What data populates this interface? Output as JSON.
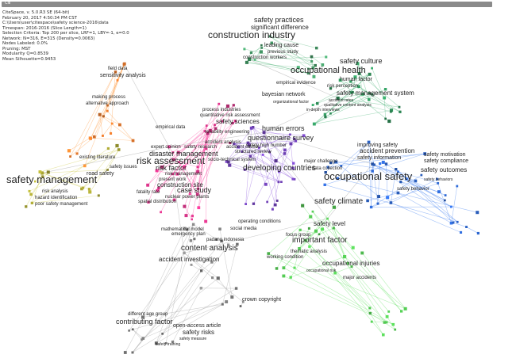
{
  "window": {
    "titlebar_text": "Citi"
  },
  "info_lines": [
    "CiteSpace, v. 5.0.R3 SE (64-bit)",
    "February 20, 2017 4:50:34 PM CST",
    "C:\\Users\\user\\citespace\\safety science-2016\\data",
    "Timespan: 2016-2016 (Slice Length=1)",
    "Selection Criteria: Top 200 per slice, LRF=1, LBY=-1, e=0.0",
    "Network: N=316, E=315 (Density=0.0063)",
    "Nodes Labeled: 0.0%",
    "Pruning: MST",
    "Modularity Q=0.8539",
    "Mean Silhouette=0.9453"
  ],
  "clusters": [
    {
      "key": "top",
      "color": "#3f8f5f",
      "labels": [
        "safety practices",
        "significant difference",
        "construction industry",
        "leading cause",
        "previous study",
        "construction workers"
      ]
    },
    {
      "key": "health",
      "color": "#2e8b57",
      "labels": [
        "safety culture",
        "occupational health",
        "human factor",
        "risk perception",
        "safety management system",
        "empirical evidence",
        "bayesian network",
        "organizational factor",
        "accident rates",
        "qualitative content analysis",
        "in-depth interviews"
      ]
    },
    {
      "key": "field",
      "color": "#e1762b",
      "labels": [
        "field data",
        "sensitivity analysis",
        "making process",
        "alternative approach",
        "existing literature"
      ]
    },
    {
      "key": "mgmt",
      "color": "#a4a033",
      "labels": [
        "safety management",
        "road safety",
        "safety issues",
        "risk analysis",
        "hazard identification",
        "poor safety management"
      ]
    },
    {
      "key": "risk",
      "color": "#c8307e",
      "labels": [
        "process industries",
        "quantitative risk assessment",
        "safety sciences",
        "empirical data",
        "reliability engineering",
        "expert opinion",
        "safety research",
        "disaster management",
        "risk assessment",
        "risk factor",
        "risk management",
        "present work",
        "construction site",
        "case study",
        "fatality rate",
        "nuclear power plants",
        "spatial distribution"
      ]
    },
    {
      "key": "center",
      "color": "#6c3fb0",
      "labels": [
        "human errors",
        "questionnaire survey",
        "accident analysis",
        "accident causes",
        "safety high number",
        "structured review",
        "socio-technical system",
        "developing countries",
        "major challenge",
        "data collection"
      ]
    },
    {
      "key": "occ",
      "color": "#2a5fc0",
      "labels": [
        "improving safety",
        "accident prevention",
        "safety information",
        "safety motivation",
        "safety compliance",
        "safety outcomes",
        "safety behaviors",
        "safety behavior",
        "occupational safety"
      ]
    },
    {
      "key": "climate",
      "color": "#4ab34a",
      "labels": [
        "safety climate",
        "safety level",
        "focus group",
        "important factor",
        "thematic analysis",
        "working condition",
        "occupational injuries",
        "occupational risk",
        "major accidents"
      ]
    },
    {
      "key": "bottom",
      "color": "#7a7a7a",
      "labels": [
        "operating conditions",
        "social media",
        "mathematical model",
        "emergency plan",
        "padang indonesia",
        "content analysis",
        "accident investigation",
        "crown copyright",
        "different age group",
        "contributing factor",
        "open-access article",
        "safety risks",
        "safety measure",
        "safety training"
      ]
    }
  ]
}
